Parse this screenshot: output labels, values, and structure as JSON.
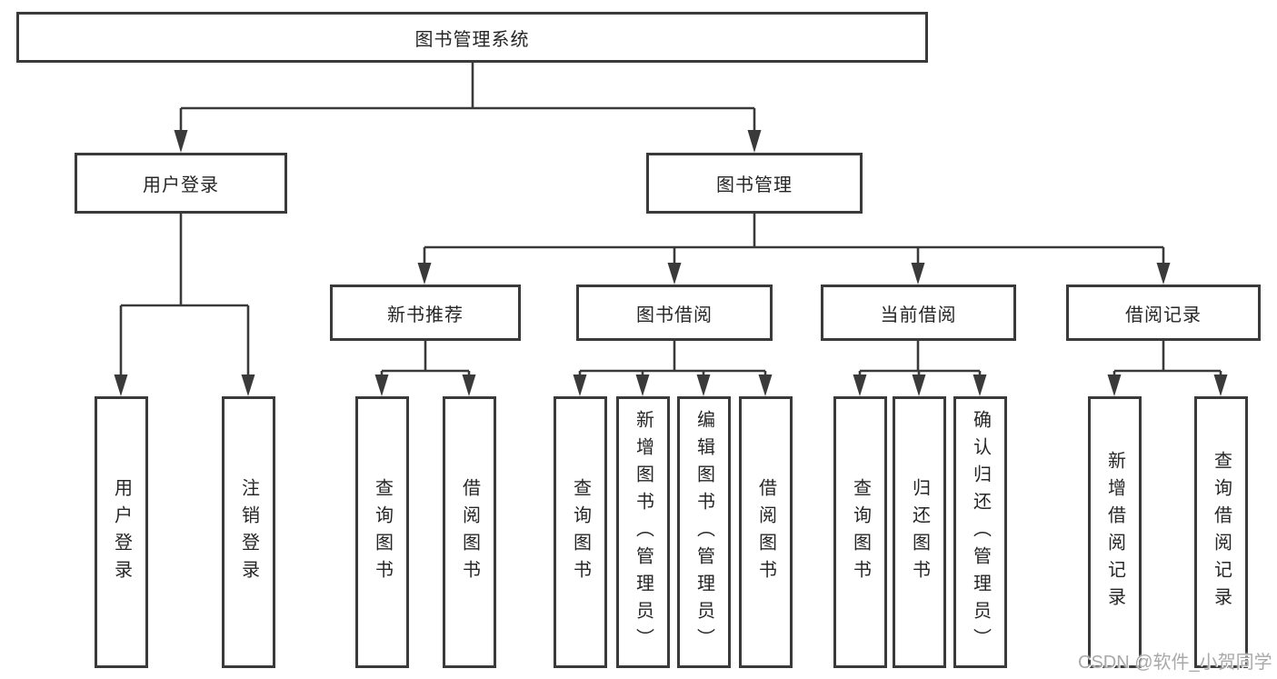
{
  "tree": {
    "root": "图书管理系统",
    "branches": [
      {
        "label": "用户登录",
        "children": [
          "用户登录",
          "注销登录"
        ]
      },
      {
        "label": "图书管理",
        "sections": [
          {
            "label": "新书推荐",
            "children": [
              "查询图书",
              "借阅图书"
            ]
          },
          {
            "label": "图书借阅",
            "children": [
              "查询图书",
              "新增图书（管理员）",
              "编辑图书（管理员）",
              "借阅图书"
            ]
          },
          {
            "label": "当前借阅",
            "children": [
              "查询图书",
              "归还图书",
              "确认归还（管理员）"
            ]
          },
          {
            "label": "借阅记录",
            "children": [
              "新增借阅记录",
              "查询借阅记录"
            ]
          }
        ]
      }
    ]
  },
  "watermark": "CSDN @软件_小贺同学",
  "colors": {
    "line": "#3a3a3a",
    "text": "#262626",
    "watermark": "#a9a9a9",
    "background": "#ffffff"
  }
}
